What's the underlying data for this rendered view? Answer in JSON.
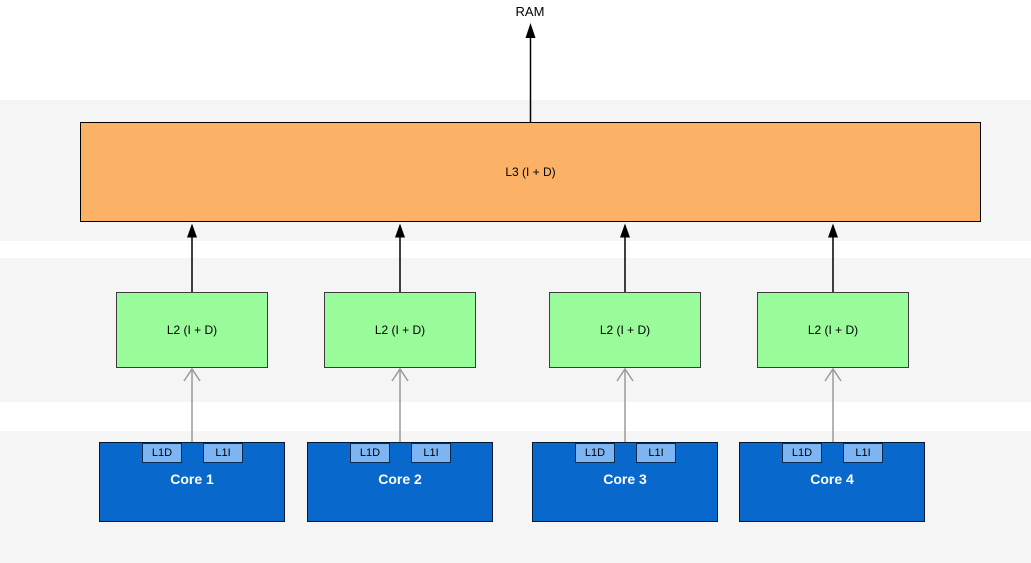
{
  "diagram": {
    "ram_label": "RAM",
    "l3": {
      "label": "L3 (I + D)"
    },
    "l2": {
      "items": [
        {
          "label": "L2 (I + D)"
        },
        {
          "label": "L2 (I + D)"
        },
        {
          "label": "L2 (I + D)"
        },
        {
          "label": "L2 (I + D)"
        }
      ]
    },
    "cores": {
      "items": [
        {
          "label": "Core 1",
          "l1d": "L1D",
          "l1i": "L1I"
        },
        {
          "label": "Core 2",
          "l1d": "L1D",
          "l1i": "L1I"
        },
        {
          "label": "Core 3",
          "l1d": "L1D",
          "l1i": "L1I"
        },
        {
          "label": "Core 4",
          "l1d": "L1D",
          "l1i": "L1I"
        }
      ]
    },
    "colors": {
      "l3_fill": "#fbb266",
      "l2_fill": "#99fb99",
      "core_fill": "#0868cc",
      "l1_fill": "#7cb5f1",
      "band_gray": "#f5f5f5",
      "arrow_black": "#000000",
      "arrow_gray": "#999999",
      "core_text": "#ffffff"
    }
  }
}
